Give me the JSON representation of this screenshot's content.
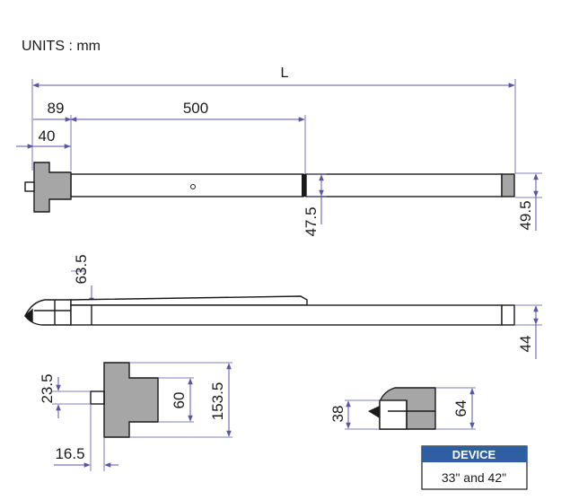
{
  "units_label": "UNITS : mm",
  "dimensions": {
    "overall_length": "L",
    "d89": "89",
    "d500": "500",
    "d40": "40",
    "d47_5": "47.5",
    "d49_5": "49.5",
    "d63_5": "63.5",
    "d44": "44",
    "d23_5": "23.5",
    "d60": "60",
    "d153_5": "153.5",
    "d16_5": "16.5",
    "d38": "38",
    "d64": "64"
  },
  "device_box": {
    "header": "DEVICE",
    "value": "33\" and 42\""
  },
  "colors": {
    "dimension_line": "#5a55a8",
    "header_fill": "#2f5fa3",
    "part_fill": "#a6a6a6",
    "outline": "#1a1a1a"
  }
}
